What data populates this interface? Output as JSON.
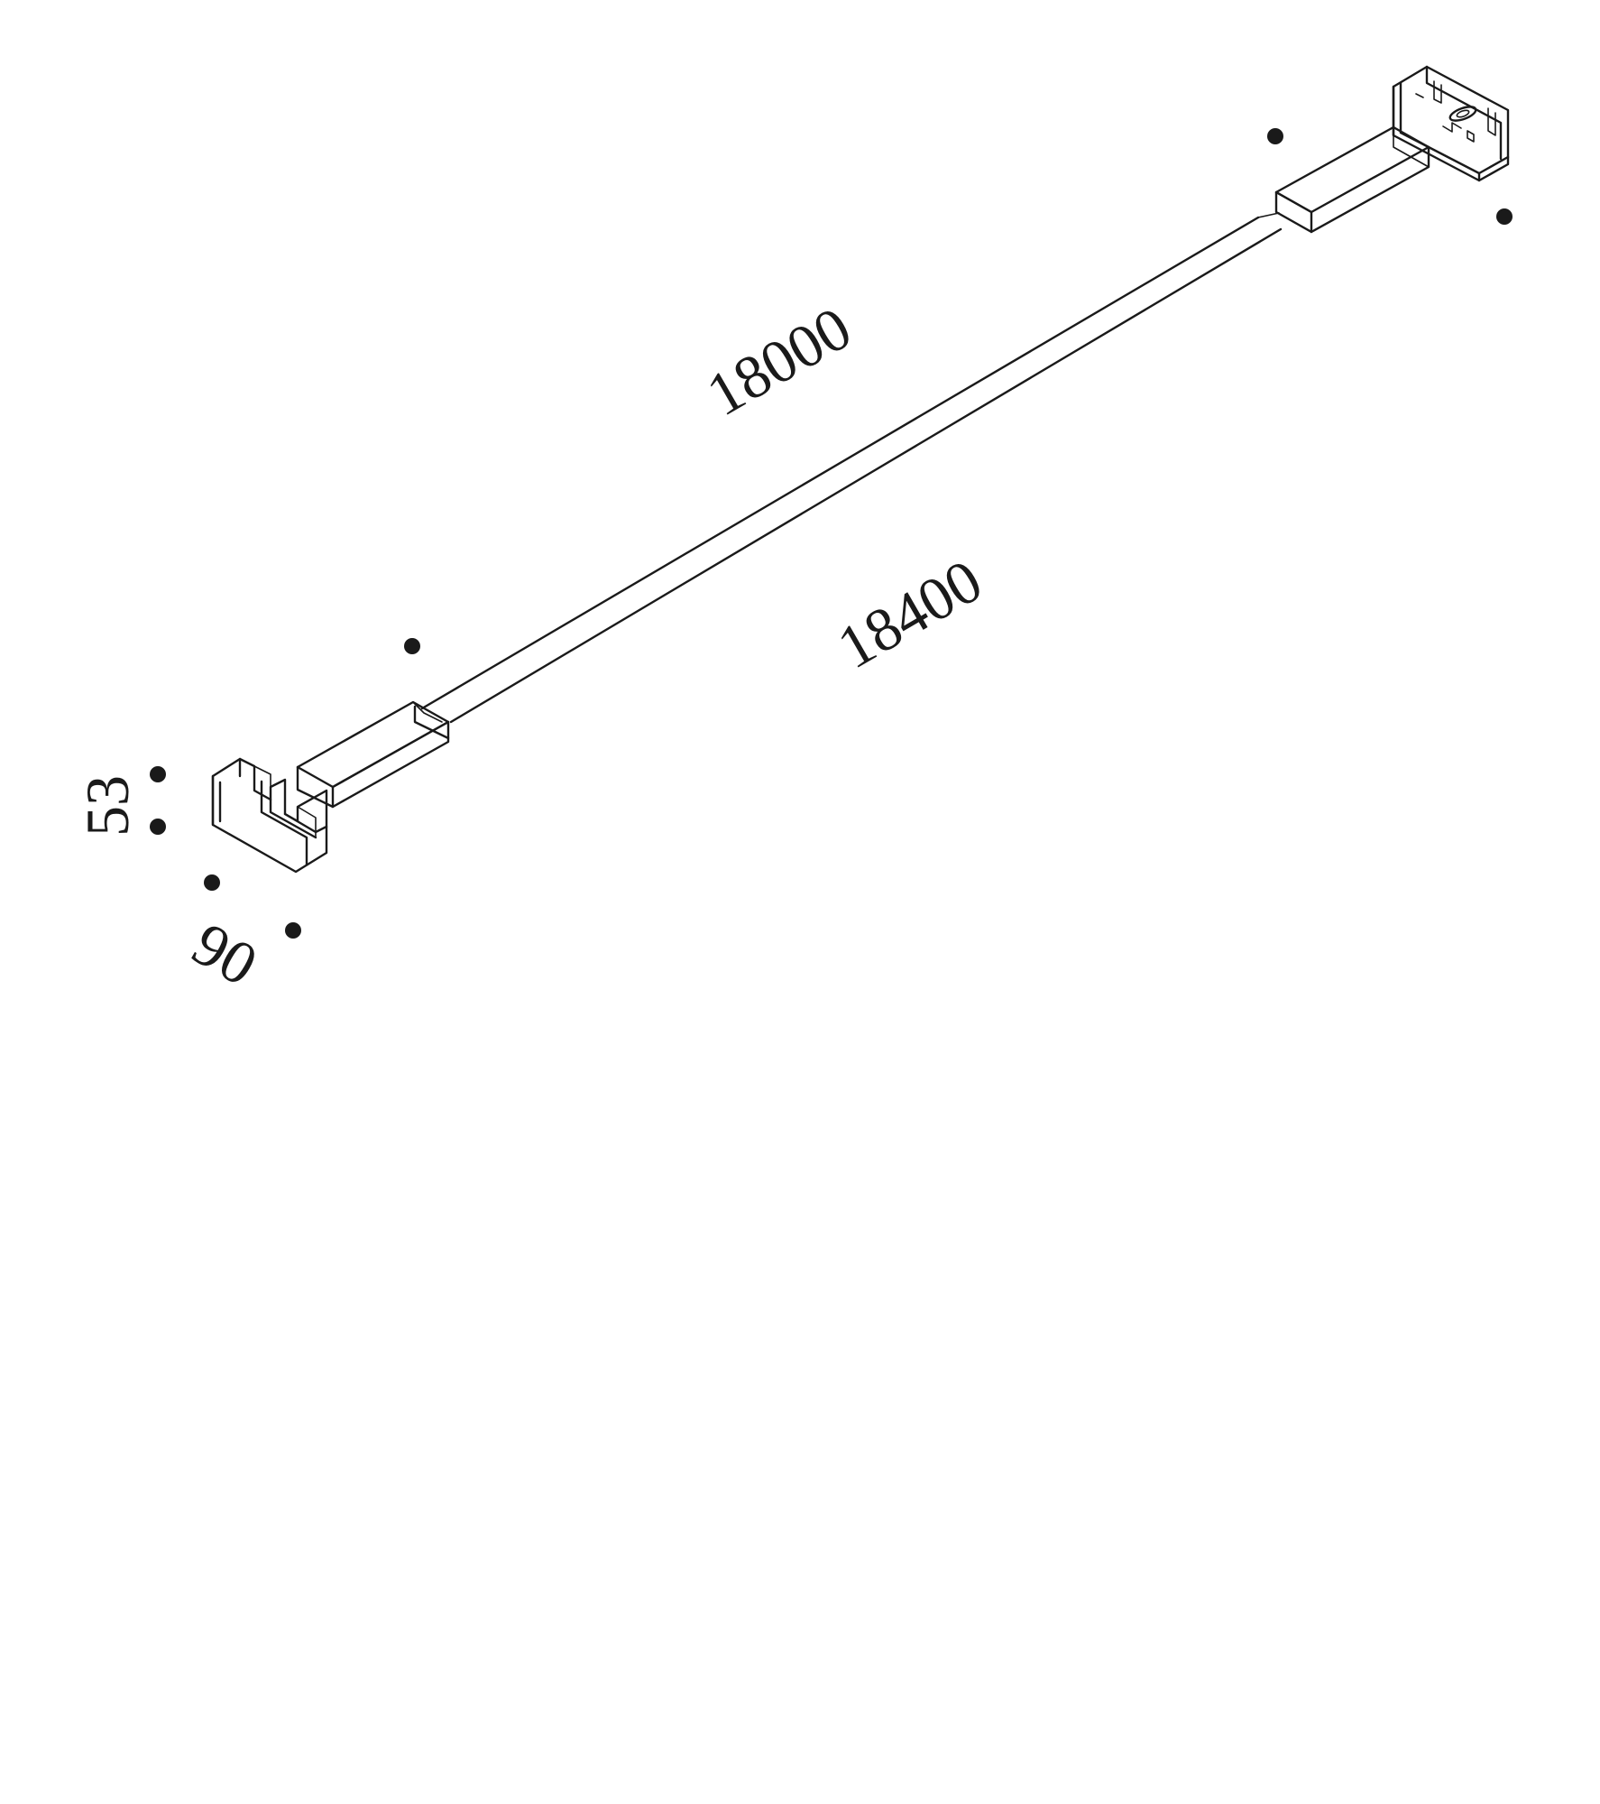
{
  "drawing": {
    "dimensions": {
      "length_inner": "18000",
      "length_outer": "18400",
      "height": "53",
      "width": "90"
    }
  }
}
